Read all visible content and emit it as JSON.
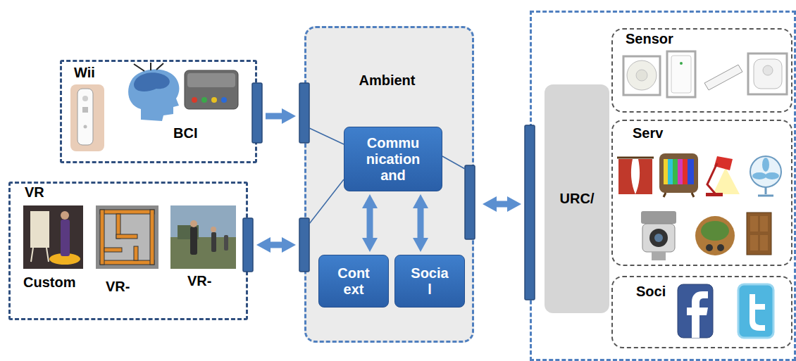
{
  "diagram": {
    "nodes": [
      {
        "text": [
          "Wii",
          "BCI"
        ]
      },
      {
        "text": [
          "VR",
          "Custom",
          "VR-",
          "VR-"
        ]
      },
      {
        "text": [
          "Ambient"
        ]
      },
      {
        "text": [
          "Commu nication and"
        ],
        "in": 2
      },
      {
        "text": [
          "Cont ext"
        ],
        "in": 2
      },
      {
        "text": [
          "Socia l"
        ],
        "in": 2
      },
      {
        "text": []
      },
      {
        "text": [
          "URC/"
        ],
        "in": 6
      },
      {
        "text": [
          "Sensor"
        ],
        "in": 6
      },
      {
        "text": [
          "Serv"
        ],
        "in": 6
      },
      {
        "text": [
          "Soci"
        ],
        "in": 6
      }
    ],
    "edges": [
      {
        "from": 0,
        "to": 2,
        "arrow": "to"
      },
      {
        "from": 1,
        "to": 2,
        "arrow": "both"
      },
      {
        "from": 2,
        "to": 6,
        "arrow": "both"
      },
      {
        "from": 3,
        "to": 4,
        "arrow": "both"
      },
      {
        "from": 3,
        "to": 5,
        "arrow": "both"
      }
    ]
  }
}
